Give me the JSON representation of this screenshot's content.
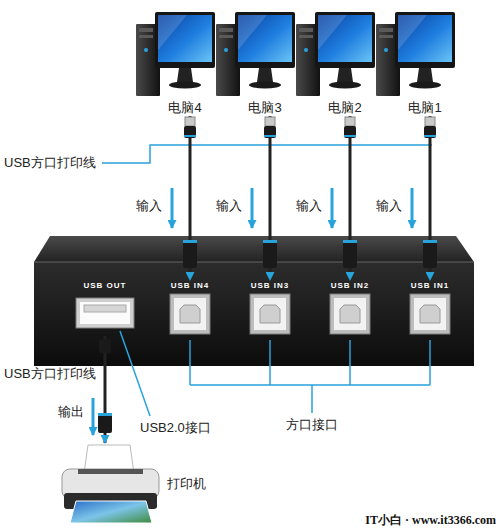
{
  "diagram": {
    "nodes": [
      {
        "text": [
          "电脑4"
        ]
      },
      {
        "text": [
          "电脑3"
        ]
      },
      {
        "text": [
          "电脑2"
        ]
      },
      {
        "text": [
          "电脑1"
        ]
      },
      {
        "text": [
          "USB OUT"
        ]
      },
      {
        "text": [
          "USB IN4"
        ]
      },
      {
        "text": [
          "USB IN3"
        ]
      },
      {
        "text": [
          "USB IN2"
        ]
      },
      {
        "text": [
          "USB IN1"
        ]
      },
      {
        "text": [
          "打印机"
        ]
      }
    ],
    "edges": [
      {
        "from": 0,
        "to": 5,
        "arrow": "to",
        "label": "输入"
      },
      {
        "from": 1,
        "to": 6,
        "arrow": "to",
        "label": "输入"
      },
      {
        "from": 2,
        "to": 7,
        "arrow": "to",
        "label": "输入"
      },
      {
        "from": 3,
        "to": 8,
        "arrow": "to",
        "label": "输入"
      },
      {
        "from": 4,
        "to": 9,
        "arrow": "to",
        "label": "输出"
      }
    ],
    "labels": [
      "USB方口打印线",
      "USB方口打印线",
      "USB2.0接口",
      "方口接口",
      "IT小白 · www.it3366.com"
    ]
  }
}
